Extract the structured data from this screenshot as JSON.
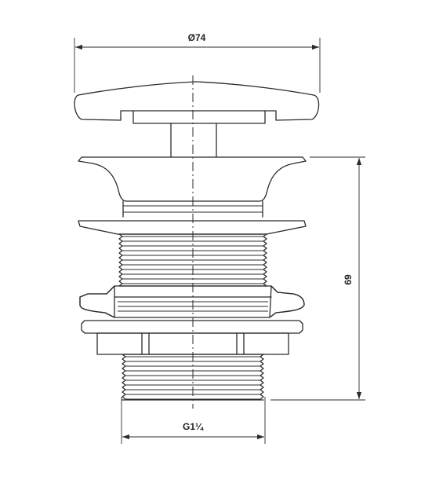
{
  "dimensions": {
    "top_diameter": "Ø74",
    "height": "69",
    "thread": "G1¼"
  },
  "colors": {
    "line": "#2b2b2b",
    "background": "#ffffff"
  }
}
